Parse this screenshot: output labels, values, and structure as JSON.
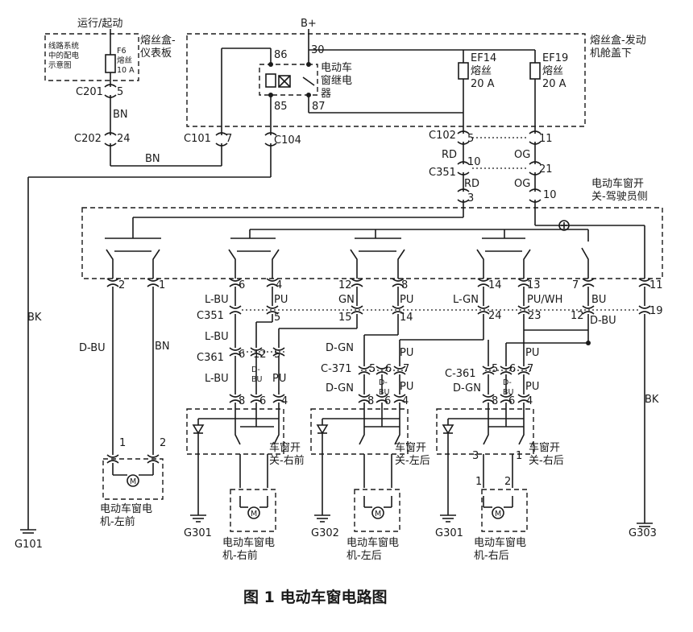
{
  "title": "图 1 电动车窗电路图",
  "top": {
    "run_start": "运行/起动",
    "bplus": "B+",
    "dist_line1": "线路系统",
    "dist_line2": "中的配电",
    "dist_line3": "示意图",
    "f6": "F6",
    "f6_kind": "熔丝",
    "f6_rating": "10 A",
    "fusebox_ip_1": "熔丝盒-",
    "fusebox_ip_2": "仪表板",
    "fusebox_eng_1": "熔丝盒-发动",
    "fusebox_eng_2": "机舱盖下",
    "relay_1": "电动车",
    "relay_2": "窗继电",
    "relay_3": "器",
    "pin86": "86",
    "pin30": "30",
    "pin85": "85",
    "pin87": "87",
    "ef14": "EF14",
    "ef14_kind": "熔丝",
    "ef14_rating": "20 A",
    "ef19": "EF19",
    "ef19_kind": "熔丝",
    "ef19_rating": "20 A"
  },
  "connectors": {
    "c201": "C201",
    "c201_pin": "5",
    "bn": "BN",
    "c202": "C202",
    "c202_pin": "24",
    "c101": "C101",
    "c101_pin": "7",
    "c104": "C104",
    "c102": "C102",
    "c102_pin_a": "5",
    "c102_pin_b": "11",
    "rd": "RD",
    "og": "OG",
    "c351_top": "C351",
    "c351_pin_a": "10",
    "c351_pin_b": "21",
    "pin3": "3",
    "pin10": "10"
  },
  "driver_switch_1": "电动车窗开",
  "driver_switch_2": "关-驾驶员侧",
  "switch_pins": [
    "2",
    "1",
    "6",
    "4",
    "12",
    "8",
    "14",
    "13",
    "7",
    "11"
  ],
  "wire_colors": {
    "lbu": "L-BU",
    "pu": "PU",
    "gn": "GN",
    "lgn": "L-GN",
    "puwh": "PU/WH",
    "bu": "BU",
    "dbu": "D-BU",
    "bn": "BN",
    "dgn": "D-GN",
    "bk": "BK",
    "dbu_v1": "D-",
    "dbu_v2": "BU"
  },
  "c351": "C351",
  "c351_pins": [
    "5",
    "15",
    "14",
    "24",
    "23",
    "12",
    "19"
  ],
  "c361": "C361",
  "c361_pins": [
    "6",
    "12",
    "5"
  ],
  "c371": "C-371",
  "c371_pins": [
    "5",
    "6",
    "7"
  ],
  "c361b": "C-361",
  "c361b_pins": [
    "5",
    "6",
    "7"
  ],
  "module_pins": [
    "8",
    "6",
    "4"
  ],
  "motor_pins": [
    "1",
    "2",
    "3"
  ],
  "labels": {
    "motor_lf_1": "电动车窗电",
    "motor_lf_2": "机-左前",
    "motor_rf_1": "电动车窗电",
    "motor_rf_2": "机-右前",
    "motor_lr_1": "电动车窗电",
    "motor_lr_2": "机-左后",
    "motor_rr_1": "电动车窗电",
    "motor_rr_2": "机-右后",
    "sw_rf_1": "车窗开",
    "sw_rf_2": "关-右前",
    "sw_lr_1": "车窗开",
    "sw_lr_2": "关-左后",
    "sw_rr_1": "车窗开",
    "sw_rr_2": "关-右后",
    "m": "M"
  },
  "grounds": {
    "g101": "G101",
    "g301": "G301",
    "g302": "G302",
    "g303": "G303"
  }
}
